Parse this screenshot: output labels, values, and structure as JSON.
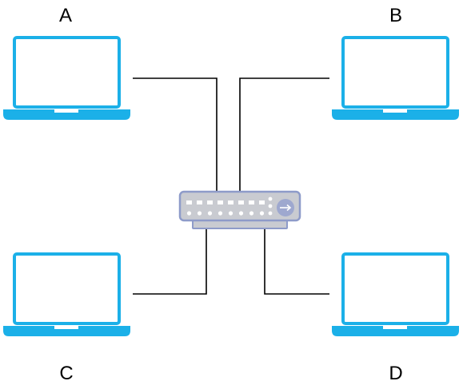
{
  "nodes": {
    "a": {
      "label": "A"
    },
    "b": {
      "label": "B"
    },
    "c": {
      "label": "C"
    },
    "d": {
      "label": "D"
    }
  },
  "colors": {
    "laptop": "#1BB0E8",
    "link": "#000000",
    "switch_body": "#C9CBD1",
    "switch_border": "#8E9BC9",
    "switch_port": "#FFFFFF",
    "switch_button": "#9EA8CF"
  },
  "icons": {
    "laptop": "laptop-icon",
    "switch": "network-switch-icon",
    "arrow": "arrow-right-icon"
  }
}
